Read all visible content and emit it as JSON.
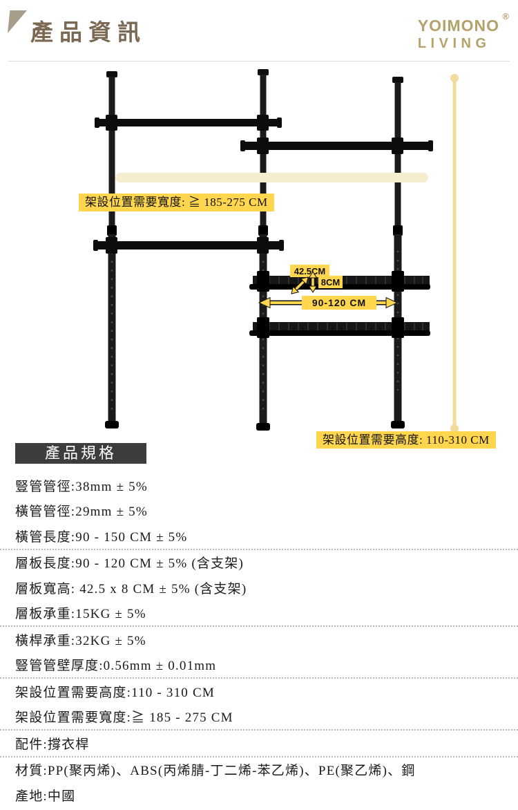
{
  "header": {
    "title": "產品資訊",
    "brand": {
      "line1": "YOIMONO",
      "line2": "LIVING",
      "registered": "®"
    }
  },
  "diagram": {
    "width_label": "架設位置需要寬度: ≧ 185-275 CM",
    "height_label": "架設位置需要高度: 110-310 CM",
    "annotations": {
      "shelf_depth": "42.5CM",
      "shelf_height": "8CM",
      "shelf_width": "90-120 CM"
    }
  },
  "specs": {
    "section_title": "產品規格",
    "rows": [
      {
        "text": "豎管管徑:38mm ± 5%"
      },
      {
        "text": "橫管管徑:29mm ± 5%"
      },
      {
        "text": "橫管長度:90 - 150 CM ± 5%"
      },
      {
        "text": "層板長度:90 - 120 CM ± 5% (含支架)"
      },
      {
        "text": "層板寬高: 42.5 x 8 CM ± 5% (含支架)"
      },
      {
        "text": "層板承重:15KG ± 5%"
      },
      {
        "text": "橫桿承重:32KG ± 5%"
      },
      {
        "text": "豎管管壁厚度:0.56mm ± 0.01mm"
      },
      {
        "text": "架設位置需要高度:110 - 310 CM"
      },
      {
        "text": "架設位置需要寬度:≧ 185 - 275 CM"
      },
      {
        "text": "配件:撐衣桿"
      },
      {
        "text": "材質:PP(聚丙烯)、ABS(丙烯腈-丁二烯-苯乙烯)、PE(聚乙烯)、鋼"
      },
      {
        "text": "產地:中國"
      }
    ]
  },
  "colors": {
    "accent_yellow": "#FFD64E",
    "pale_gold_line": "#F2DC9B",
    "cream_rod": "#F6ECCF",
    "title_brown": "#7B6852",
    "brand_gold": "#B3A269",
    "spec_header_bg": "#3D3D3D",
    "rack_black": "#111111"
  }
}
